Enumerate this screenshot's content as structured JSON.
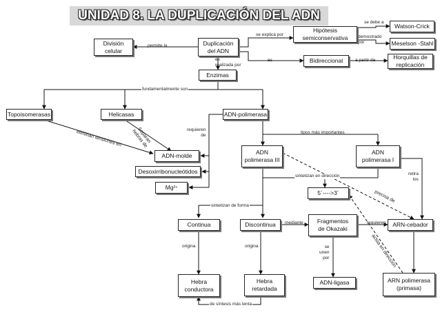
{
  "title": "UNIDAD 8. LA DUPLICACIÓN DEL ADN",
  "nodes": {
    "division": "División\ncelular",
    "duplicacion": "Duplicación\ndel ADN",
    "hipotesis": "Hipótesis\nsemiconservativa",
    "watson": "Watson-Crick",
    "meselson": "Meselson -Stahl",
    "bidireccional": "Bidireccional",
    "horquillas": "Horquillas de\nreplicación",
    "enzimas": "Enzimas",
    "topoisomerasas": "Topoisomerasas",
    "helicasas": "Helicasas",
    "adn_polimerasa": "ADN-polimerasa",
    "adn_molde": "ADN-molde",
    "desoxi": "Desoxirribonucleótidos",
    "mg": "Mg",
    "mg_sup": "2+",
    "pol3": "ADN\npolimerasa III",
    "pol1": "ADN\npolimerasa I",
    "direccion": "5´---->3´",
    "continua": "Continua",
    "discontinua": "Discontinua",
    "okazaki": "Fragmentos\nde Okazaki",
    "cebador": "ARN-cebador",
    "conductora": "Hebra\nconductora",
    "retardada": "Hebra\nretardada",
    "ligasa": "ADN-ligasa",
    "primasa": "ARN polimerasa\n(primasa)"
  },
  "labels": {
    "permite_la": "permite la",
    "se_explica_por": "se explica por",
    "se_debe_a": "se debe a",
    "demostrado_por": "demostrado\npor",
    "es_right": "es",
    "a_partir_de": "a partir de",
    "es_realizada_por": "es\nrealizada por",
    "fundamentalmente_son": "fundamentalmente son",
    "eliminan_tensiones_en": "eliminan tensiones en",
    "separan_hebras_de": "Separan\nhebras de",
    "requieren_de": "requieren\nde",
    "tipos_mas_importantes": "tipos más importantes",
    "sintetizan_en_direccion": "sintetizan en dirección",
    "retira_los": "retira\nlos",
    "precisa_de": "precisa de",
    "actua_en_direccion": "actúa en dirección",
    "sintetizan_de_forma": "sintetizan de forma",
    "mediante": "mediante",
    "requieren": "requieren",
    "origina_1": "origina",
    "origina_2": "origina",
    "se_unen_por": "se\nunen\npor",
    "de_sintesis_mas_lenta": "de síntesis más lenta"
  }
}
